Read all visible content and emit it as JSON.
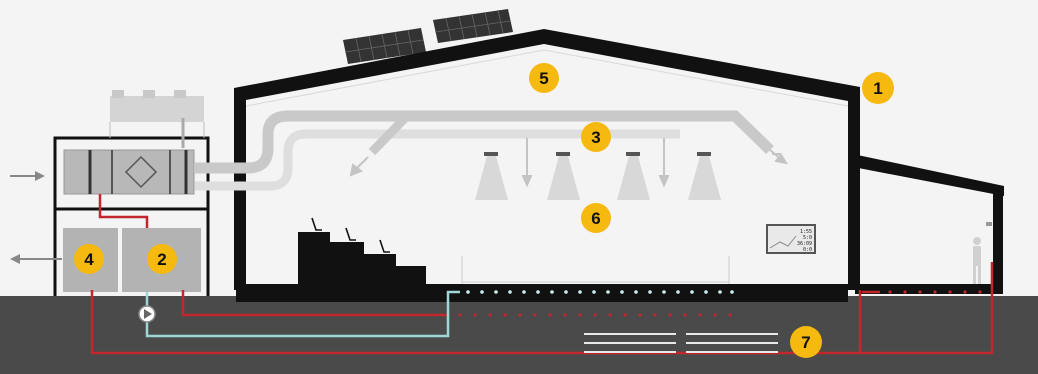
{
  "colors": {
    "background": "#f4f4f4",
    "ground": "#4a4a4a",
    "structure": "#111111",
    "duct": "#c9c9c9",
    "hvac_unit": "#b5b5b5",
    "pipe_red": "#c1272d",
    "pipe_cyan": "#9fd6d8",
    "badge": "#f5b90f"
  },
  "badges": [
    {
      "id": "badge-1",
      "label": "1"
    },
    {
      "id": "badge-2",
      "label": "2"
    },
    {
      "id": "badge-3",
      "label": "3"
    },
    {
      "id": "badge-4",
      "label": "4"
    },
    {
      "id": "badge-5",
      "label": "5"
    },
    {
      "id": "badge-6",
      "label": "6"
    },
    {
      "id": "badge-7",
      "label": "7"
    }
  ],
  "display_panel": {
    "lines": [
      "1:55",
      "5:0",
      "36:09",
      "0:0"
    ]
  },
  "icons": {
    "fan": "fan-icon",
    "heat_exchanger": "heat-exchanger-icon",
    "pump": "pump-icon",
    "solar_panel": "solar-panel-icon",
    "ceiling_light": "ceiling-light-icon",
    "seat": "seat-icon",
    "person": "person-icon",
    "air_in_arrow": "arrow-right-icon",
    "air_out_arrow": "arrow-left-icon"
  }
}
